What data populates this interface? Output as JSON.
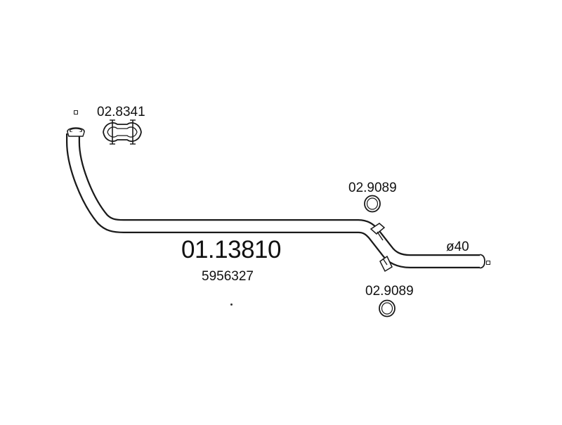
{
  "diagram": {
    "part_number": "01.13810",
    "oe_number": "5956327",
    "clamp_part": "02.8341",
    "gasket_parts": [
      "02.9089",
      "02.9089"
    ],
    "diameter": "ø40"
  }
}
